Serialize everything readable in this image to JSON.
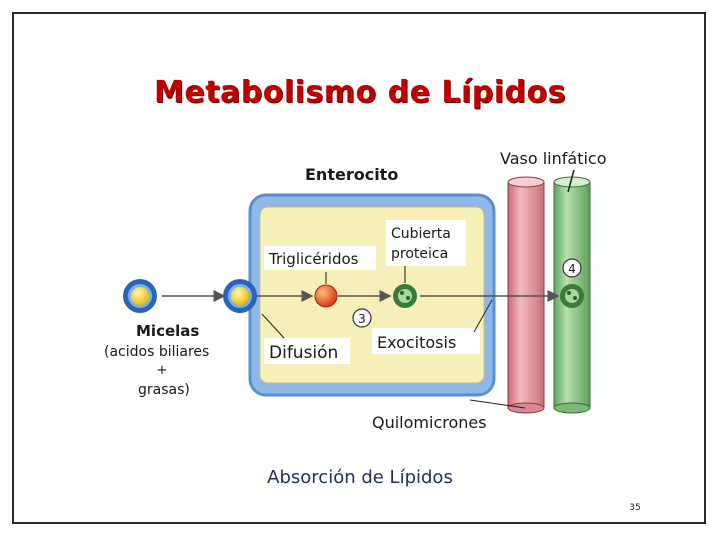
{
  "slide": {
    "title": "Metabolismo de Lípidos",
    "caption": "Absorción de Lípidos",
    "page_number": "35"
  },
  "diagram": {
    "enterocito_label": "Enterocito",
    "vaso_label": "Vaso linfático",
    "trigliceridos_label": "Triglicéridos",
    "cubierta_line1": "Cubierta",
    "cubierta_line2": "proteica",
    "step3": "3",
    "step4": "4",
    "exocitosis_label": "Exocitosis",
    "difusion_label": "Difusión",
    "micelas_label": "Micelas",
    "micelas_detail_line1": "(acidos biliares",
    "micelas_detail_plus": "+",
    "micelas_detail_line2": "grasas)",
    "quilomicrones_label": "Quilomicrones",
    "colors": {
      "cell_fill": "#f6efb8",
      "cell_border": "#6fa0d8",
      "red_vessel": "#e99aa3",
      "green_vessel": "#8ec98a",
      "micelle_core": "#f2cf1c",
      "micelle_ring": "#2a64b8",
      "triglyceride": "#e8421c",
      "chylomicron": "#3a7a3a"
    }
  }
}
